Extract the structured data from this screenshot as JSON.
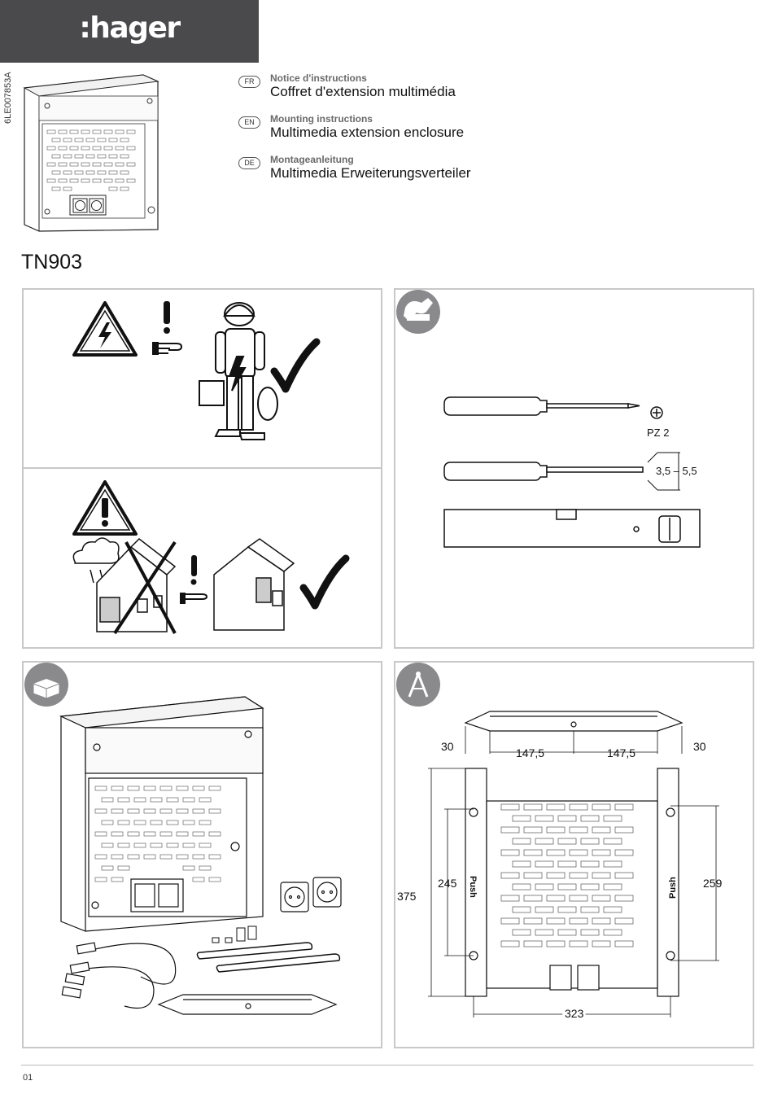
{
  "brand": {
    "logo": ":hager"
  },
  "doc_ref": "6LE007853A",
  "languages": [
    {
      "code": "FR",
      "subtitle": "Notice d'instructions",
      "title": "Coffret d'extension multimédia"
    },
    {
      "code": "EN",
      "subtitle": "Mounting instructions",
      "title": "Multimedia extension enclosure"
    },
    {
      "code": "DE",
      "subtitle": "Montageanleitung",
      "title": "Multimedia Erweiterungsverteiler"
    }
  ],
  "model": "TN903",
  "tools": {
    "screwdriver1_label": "PZ 2",
    "screwdriver2_label": "3,5 – 5,5"
  },
  "dimensions": {
    "d1": "30",
    "d2": "147,5",
    "d3": "147,5",
    "d4": "30",
    "h_outer": "375",
    "h_inner_left": "245",
    "h_inner_right": "259",
    "width_bottom": "323",
    "push_left": "Push",
    "push_right": "Push"
  },
  "page_number": "01",
  "colors": {
    "header_bg": "#4a4a4c",
    "panel_border": "#c8c8c8",
    "badge_bg": "#8a8a8c"
  }
}
